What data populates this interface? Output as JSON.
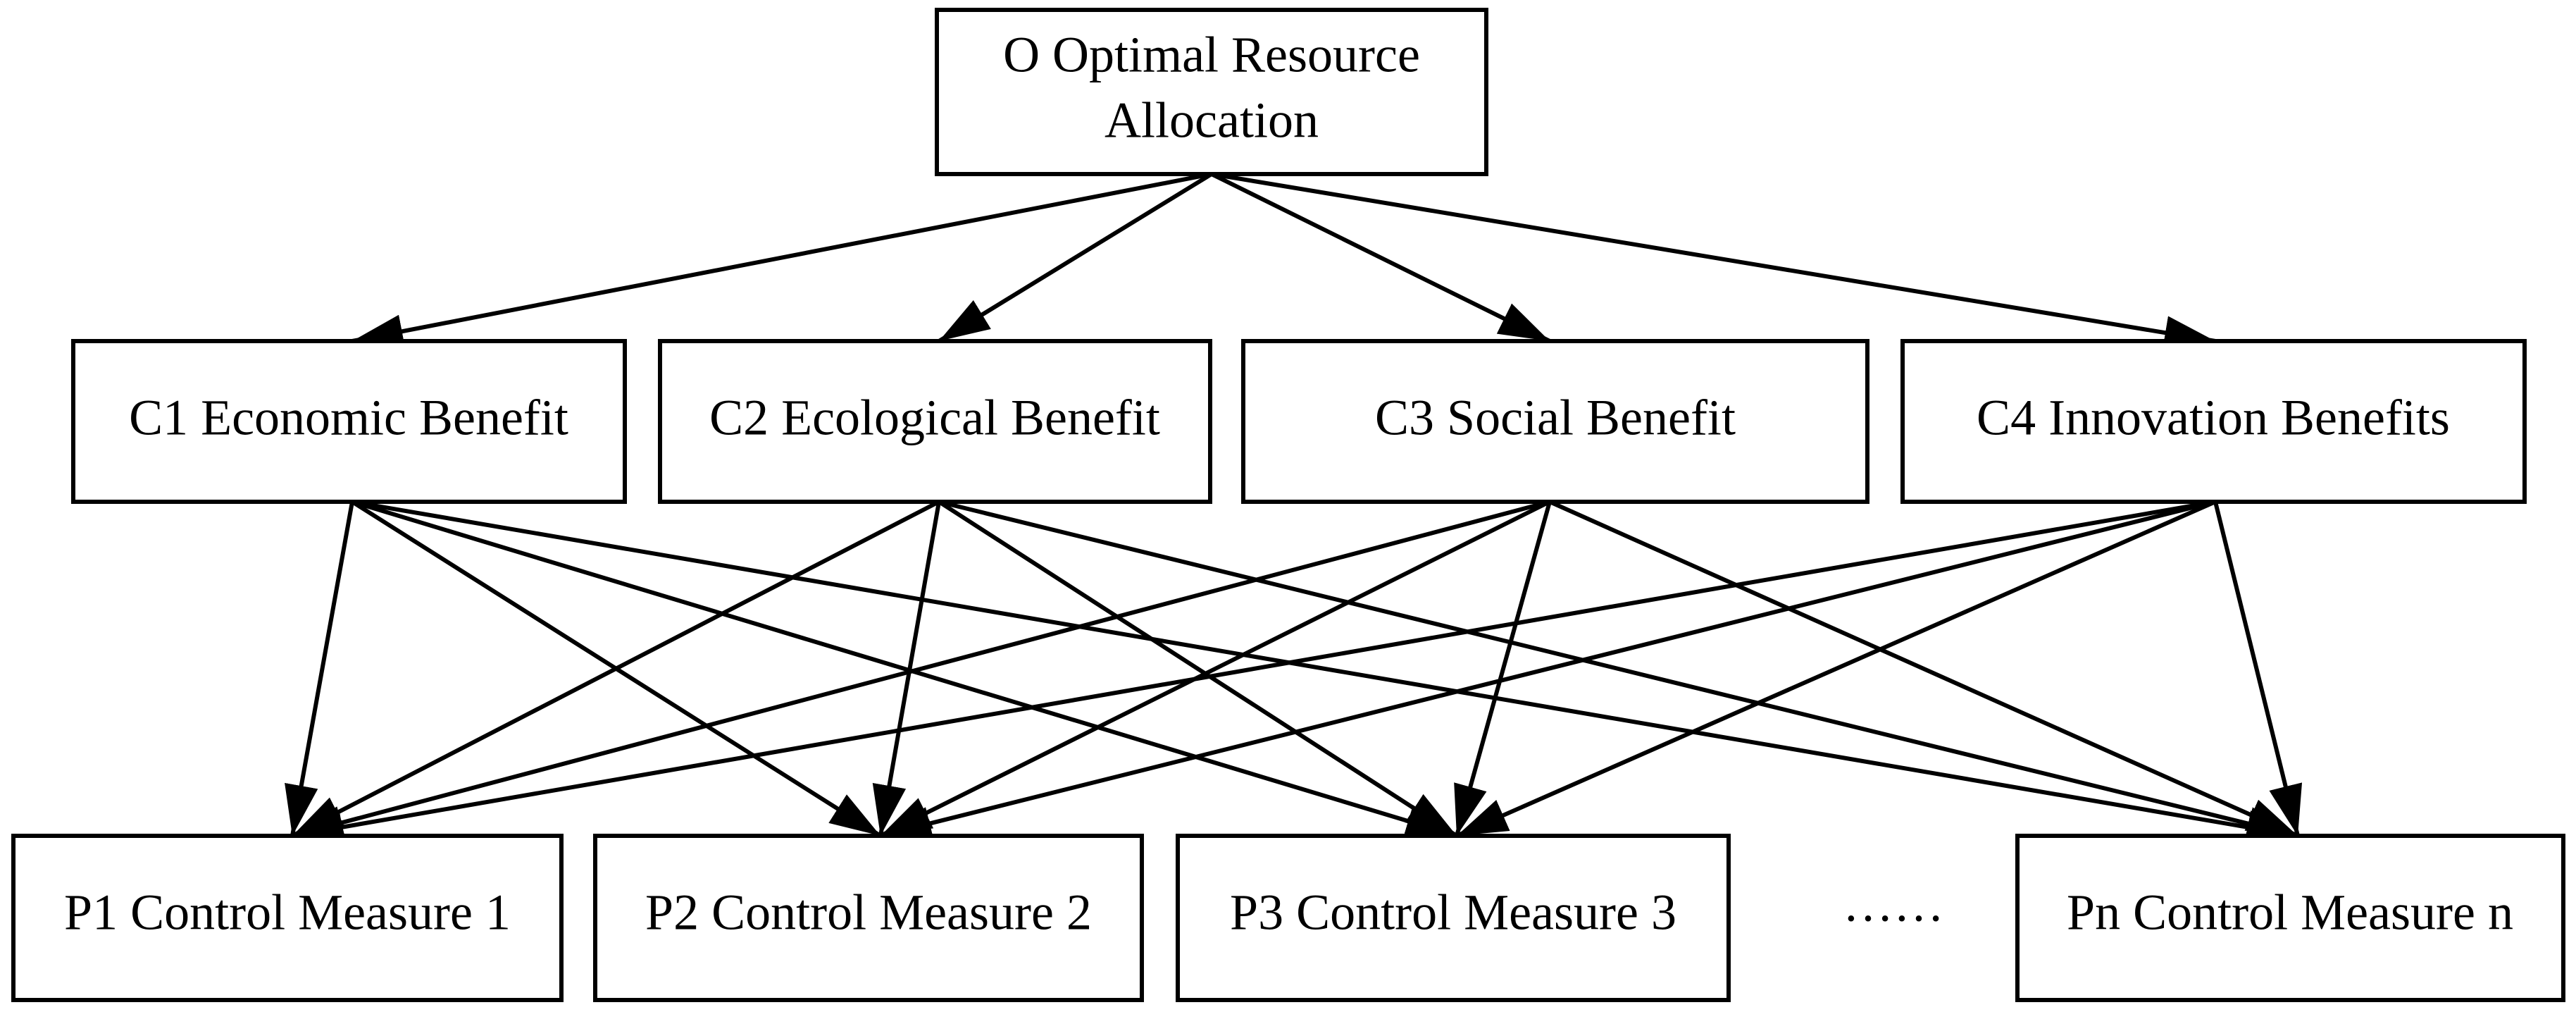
{
  "diagram": {
    "goal": {
      "line1": "O Optimal Resource",
      "line2": "Allocation"
    },
    "criteria": [
      {
        "id": "C1",
        "label": "C1 Economic Benefit"
      },
      {
        "id": "C2",
        "label": "C2 Ecological Benefit"
      },
      {
        "id": "C3",
        "label": "C3 Social Benefit"
      },
      {
        "id": "C4",
        "label": "C4 Innovation Benefits"
      }
    ],
    "alternatives": [
      {
        "id": "P1",
        "label": "P1 Control Measure 1"
      },
      {
        "id": "P2",
        "label": "P2 Control Measure 2"
      },
      {
        "id": "P3",
        "label": "P3 Control Measure 3"
      },
      {
        "id": "Pn",
        "label": "Pn Control Measure n"
      }
    ],
    "ellipsis": "……",
    "edges": [
      {
        "from": "O",
        "to": "C1"
      },
      {
        "from": "O",
        "to": "C2"
      },
      {
        "from": "O",
        "to": "C3"
      },
      {
        "from": "O",
        "to": "C4"
      },
      {
        "from": "C1",
        "to": "P1"
      },
      {
        "from": "C1",
        "to": "P2"
      },
      {
        "from": "C1",
        "to": "P3"
      },
      {
        "from": "C1",
        "to": "Pn"
      },
      {
        "from": "C2",
        "to": "P1"
      },
      {
        "from": "C2",
        "to": "P2"
      },
      {
        "from": "C2",
        "to": "P3"
      },
      {
        "from": "C2",
        "to": "Pn"
      },
      {
        "from": "C3",
        "to": "P1"
      },
      {
        "from": "C3",
        "to": "P2"
      },
      {
        "from": "C3",
        "to": "P3"
      },
      {
        "from": "C3",
        "to": "Pn"
      },
      {
        "from": "C4",
        "to": "P1"
      },
      {
        "from": "C4",
        "to": "P2"
      },
      {
        "from": "C4",
        "to": "P3"
      },
      {
        "from": "C4",
        "to": "Pn"
      }
    ]
  }
}
